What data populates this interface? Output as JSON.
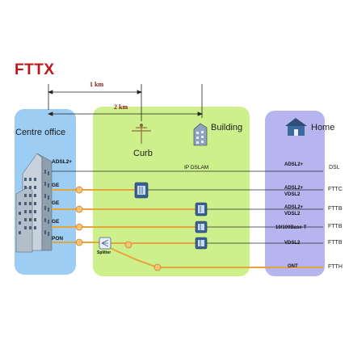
{
  "title": "FTTX",
  "distances": {
    "d1": "1 km",
    "d2": "2 km"
  },
  "zones": {
    "centre_office": "Centre office",
    "curb": "Curb",
    "building": "Building",
    "home": "Home"
  },
  "left_labels": [
    "ADSL2+",
    "GE",
    "GE",
    "GE",
    "PON"
  ],
  "middle_labels": {
    "ip_dslam": "IP DSLAM",
    "splitter": "Splitter"
  },
  "home_labels": [
    "ADSL2+",
    "ADSL2+\nVDSL2",
    "ADSL2+\nVDSL2",
    "10/100Base-T",
    "VDSL2",
    "ONT"
  ],
  "right_labels": [
    "DSL",
    "FTTC",
    "FTTB",
    "FTTB",
    "FTTB",
    "FTTH"
  ],
  "colors": {
    "fiber": "#e8a33a",
    "copper": "#2a2a2a",
    "title": "#c0141b",
    "centre_zone": "#9dcdf3",
    "middle_zone": "#cdf08c",
    "home_zone": "#b6b5f0"
  },
  "icons": [
    "office-building-icon",
    "curb-antenna-icon",
    "building-icon",
    "home-icon",
    "dslam-icon",
    "splitter-icon",
    "connector-icon"
  ]
}
